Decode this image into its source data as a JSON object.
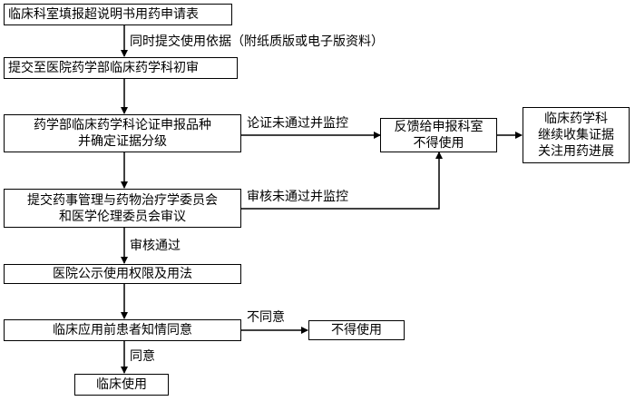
{
  "boxes": {
    "b1": "临床科室填报超说明书用药申请表",
    "b2": "提交至医院药学部临床药学科初审",
    "b3_l1": "药学部临床药学科论证申报品种",
    "b3_l2": "并确定证据分级",
    "b4_l1": "提交药事管理与药物治疗学委员会",
    "b4_l2": "和医学伦理委员会审议",
    "b5": "医院公示使用权限及用法",
    "b6": "临床应用前患者知情同意",
    "b7": "临床使用",
    "f1_l1": "反馈给申报科室",
    "f1_l2": "不得使用",
    "f2_l1": "临床药学科",
    "f2_l2": "继续收集证据",
    "f2_l3": "关注用药进展",
    "n1": "不得使用"
  },
  "labels": {
    "a1": "同时提交使用依据（附纸质版或电子版资料）",
    "a2": "论证未通过并监控",
    "a3": "审核未通过并监控",
    "a4": "审核通过",
    "a5": "不同意",
    "a6": "同意"
  }
}
